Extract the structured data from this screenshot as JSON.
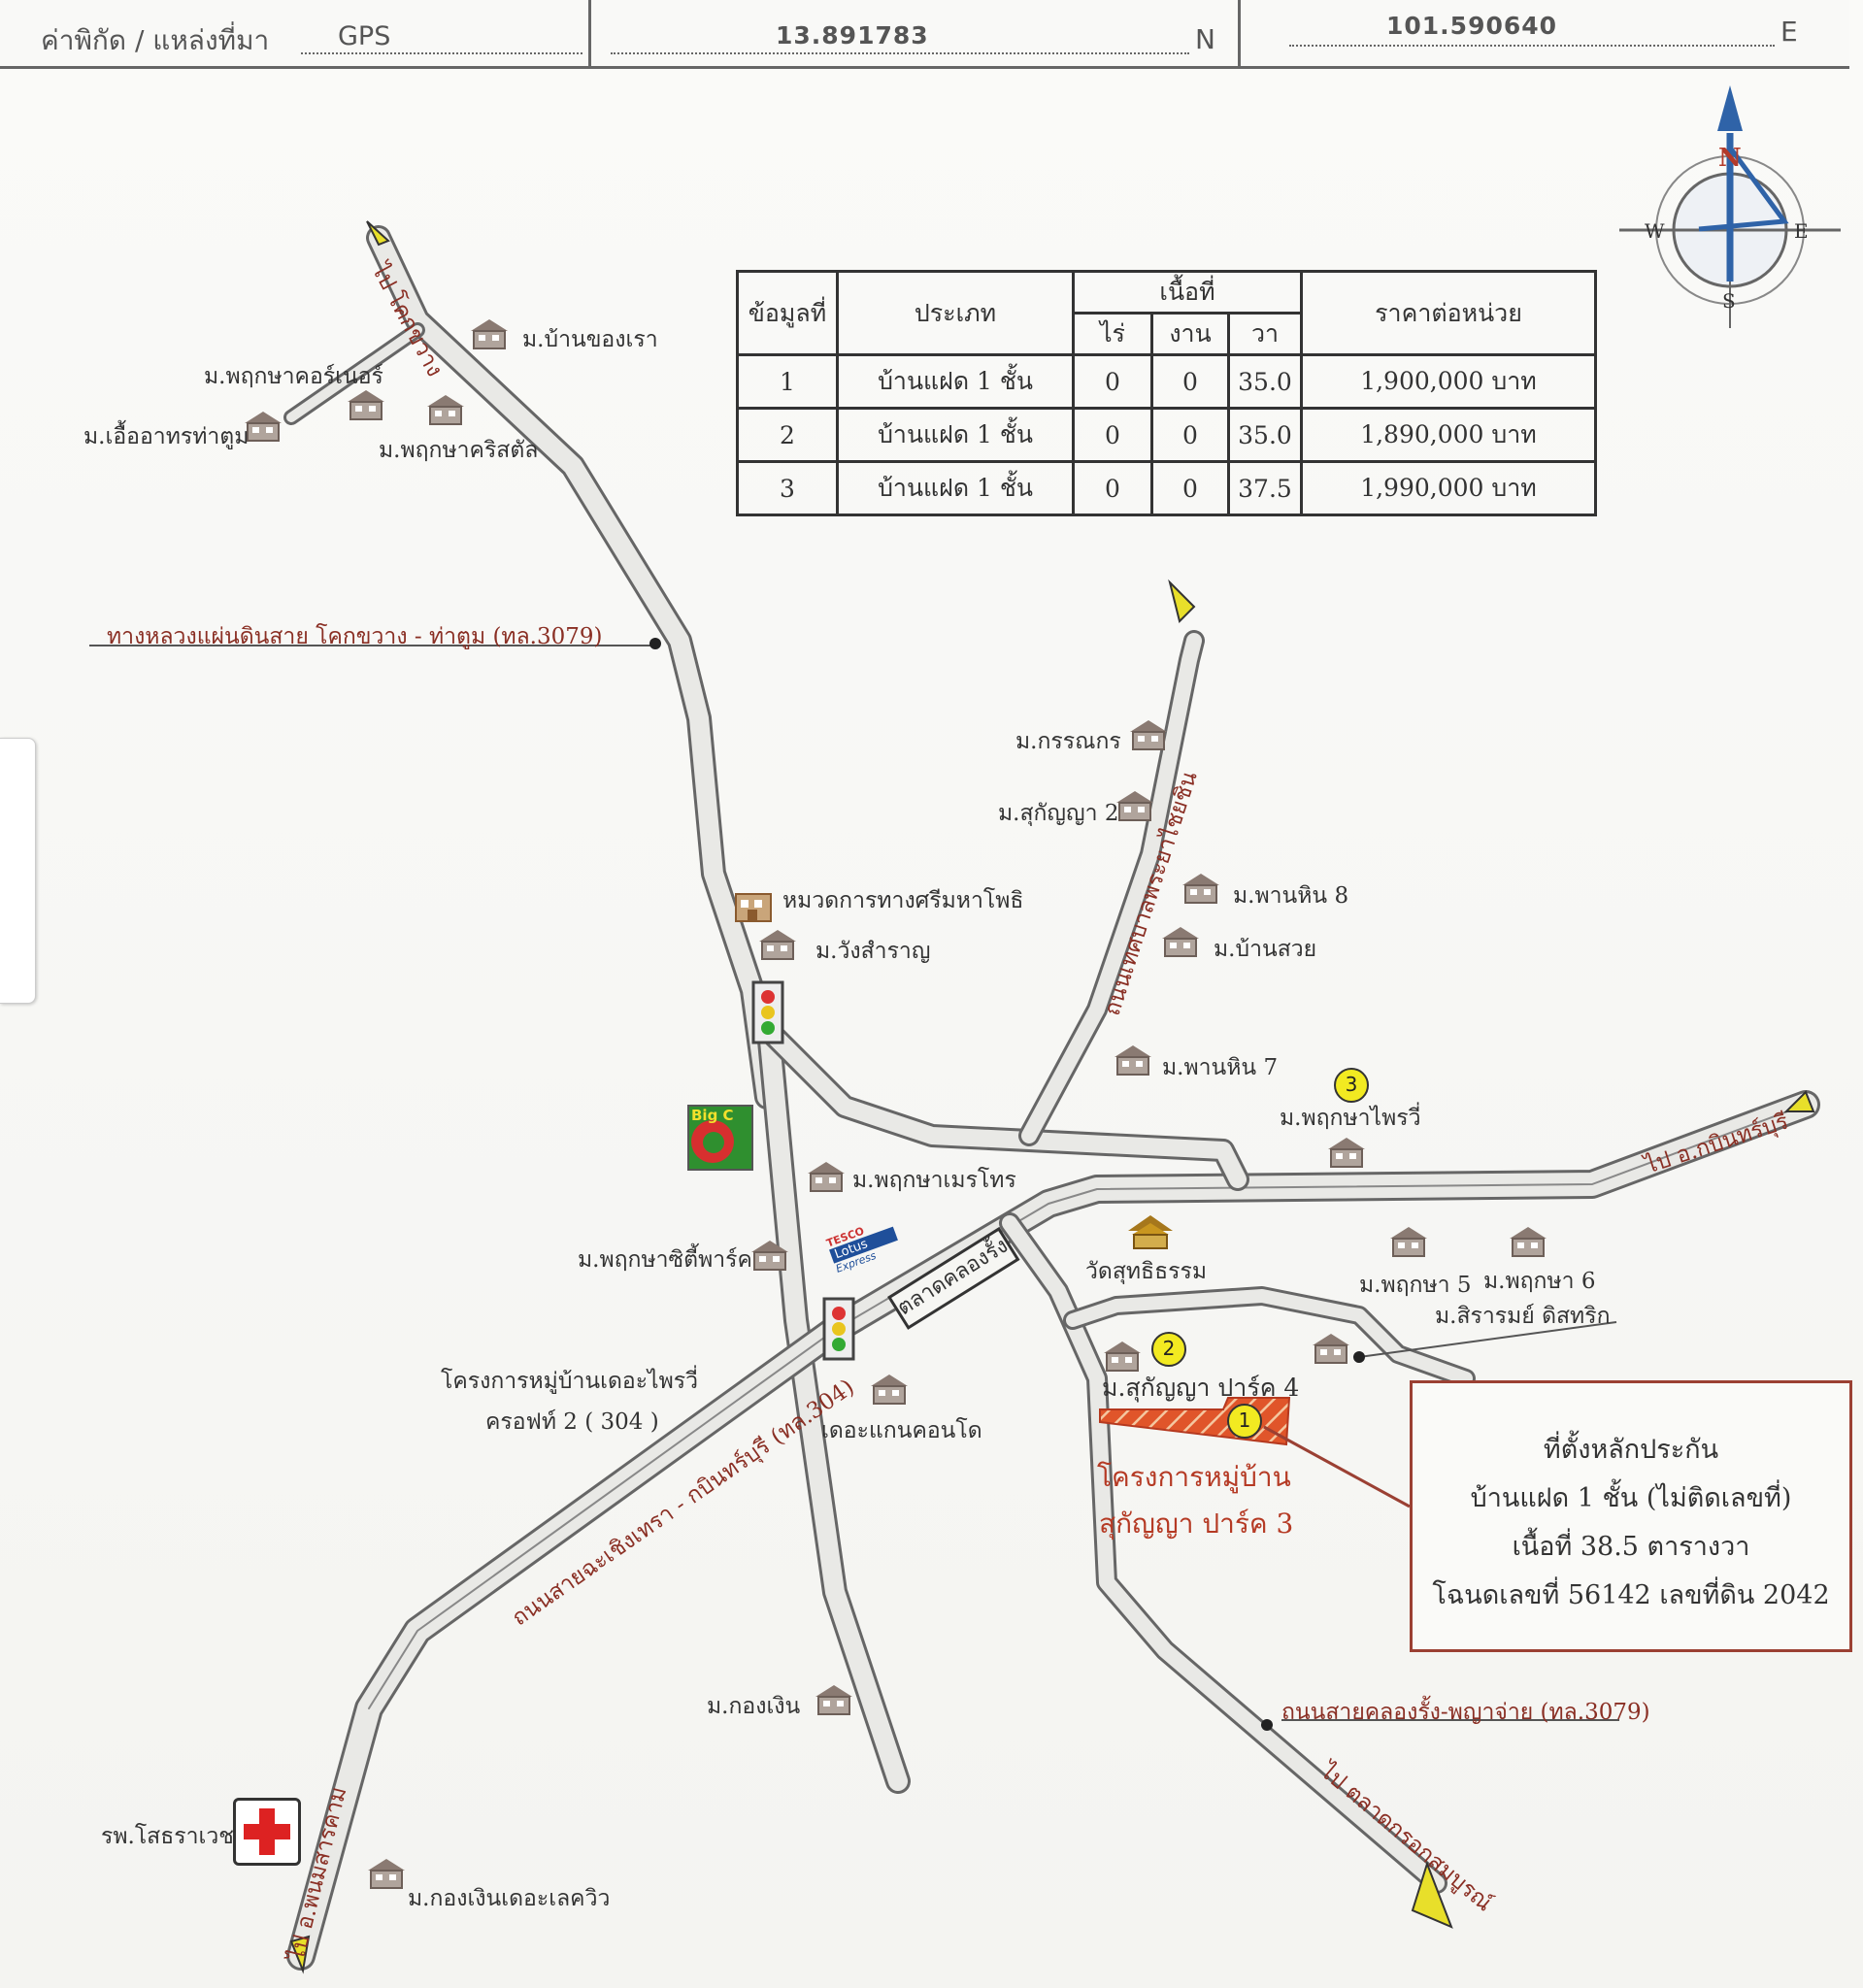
{
  "header": {
    "coord_label": "ค่าพิกัด / แหล่งที่มา",
    "source": "GPS",
    "latitude": "13.891783",
    "lat_unit": "N",
    "longitude": "101.590640",
    "lon_unit": "E"
  },
  "compass": {
    "n": "N",
    "s": "S",
    "e": "E",
    "w": "W"
  },
  "table": {
    "headers": {
      "id": "ข้อมูลที่",
      "type": "ประเภท",
      "area": "เนื้อที่",
      "rai": "ไร่",
      "ngan": "งาน",
      "wa": "วา",
      "price": "ราคาต่อหน่วย"
    },
    "rows": [
      {
        "id": "1",
        "type": "บ้านแฝด 1 ชั้น",
        "rai": "0",
        "ngan": "0",
        "wa": "35.0",
        "price": "1,900,000 บาท"
      },
      {
        "id": "2",
        "type": "บ้านแฝด 1 ชั้น",
        "rai": "0",
        "ngan": "0",
        "wa": "35.0",
        "price": "1,890,000 บาท"
      },
      {
        "id": "3",
        "type": "บ้านแฝด 1 ชั้น",
        "rai": "0",
        "ngan": "0",
        "wa": "37.5",
        "price": "1,990,000 บาท"
      }
    ]
  },
  "roads": {
    "to_khokwang": "ไป โคกขวาง",
    "highway_3079": "ทางหลวงแผ่นดินสาย โคกขวาง - ท่าตูม (ทล.3079)",
    "yaichin": "ถนนเทศบาลพระยาไชยชิน",
    "to_kabin": "ไป อ.กบินทร์บุรี",
    "road_304": "ถนนสายฉะเชิงเทรา - กบินทร์บุรี (ทล.304)",
    "klongrang_road": "ถนนสายคลองรั้ง-พญาจ่าย (ทล.3079)",
    "to_market": "ไป ตลาดกรอกสมบูรณ์",
    "to_phanom": "ไป อ.พนมสารคาม"
  },
  "places": {
    "baankhongrao": "ม.บ้านของเรา",
    "corner": "ม.พฤกษาคอร์เนอร์",
    "ueaarthon": "ม.เอื้ออาทรท่าตูม",
    "crystal": "ม.พฤกษาคริสตัล",
    "kannikon": "ม.กรรณกร",
    "sukanya2": "ม.สุกัญญา 2",
    "panhin8": "ม.พานหิน 8",
    "baansuay": "ม.บ้านสวย",
    "road_unit": "หมวดการทางศรีมหาโพธิ",
    "wangsamran": "ม.วังสำราญ",
    "panhin7": "ม.พานหิน 7",
    "phruksa_phairee": "ม.พฤกษาไพรวี่",
    "bigc": "Big C",
    "mehtra": "ม.พฤกษาเมรโทร",
    "citypark": "ม.พฤกษาซิตี้พาร์ค",
    "tesco_top": "TESCO",
    "tesco_mid": "Lotus",
    "tesco_bottom": "Express",
    "market": "ตลาดคลองรั้ง",
    "wat": "วัดสุทธิธรรม",
    "phruksa5": "ม.พฤกษา 5",
    "phruksa6": "ม.พฤกษา 6",
    "sirarom": "ม.สิรารมย์ ดิสทริก",
    "sukanya4": "ม.สุกัญญา ปาร์ค 4",
    "project_phairee_1": "โครงการหมู่บ้านเดอะไพรวี่",
    "project_phairee_2": "ครอฟท์ 2 ( 304 )",
    "grand_condo": "เดอะแกนคอนโด",
    "project_sukanya_1": "โครงการหมู่บ้าน",
    "project_sukanya_2": "สุกัญญา ปาร์ค 3",
    "kongngern": "ม.กองเงิน",
    "hospital": "รพ.โสธราเวช",
    "kongngern_lake": "ม.กองเงินเดอะเลควิว"
  },
  "markers": {
    "m1": "1",
    "m2": "2",
    "m3": "3"
  },
  "callout": {
    "line1": "ที่ตั้งหลักประกัน",
    "line2": "บ้านแฝด 1 ชั้น (ไม่ติดเลขที่)",
    "line3": "เนื้อที่ 38.5 ตารางวา",
    "line4": "โฉนดเลขที่ 56142 เลขที่ดิน 2042"
  }
}
